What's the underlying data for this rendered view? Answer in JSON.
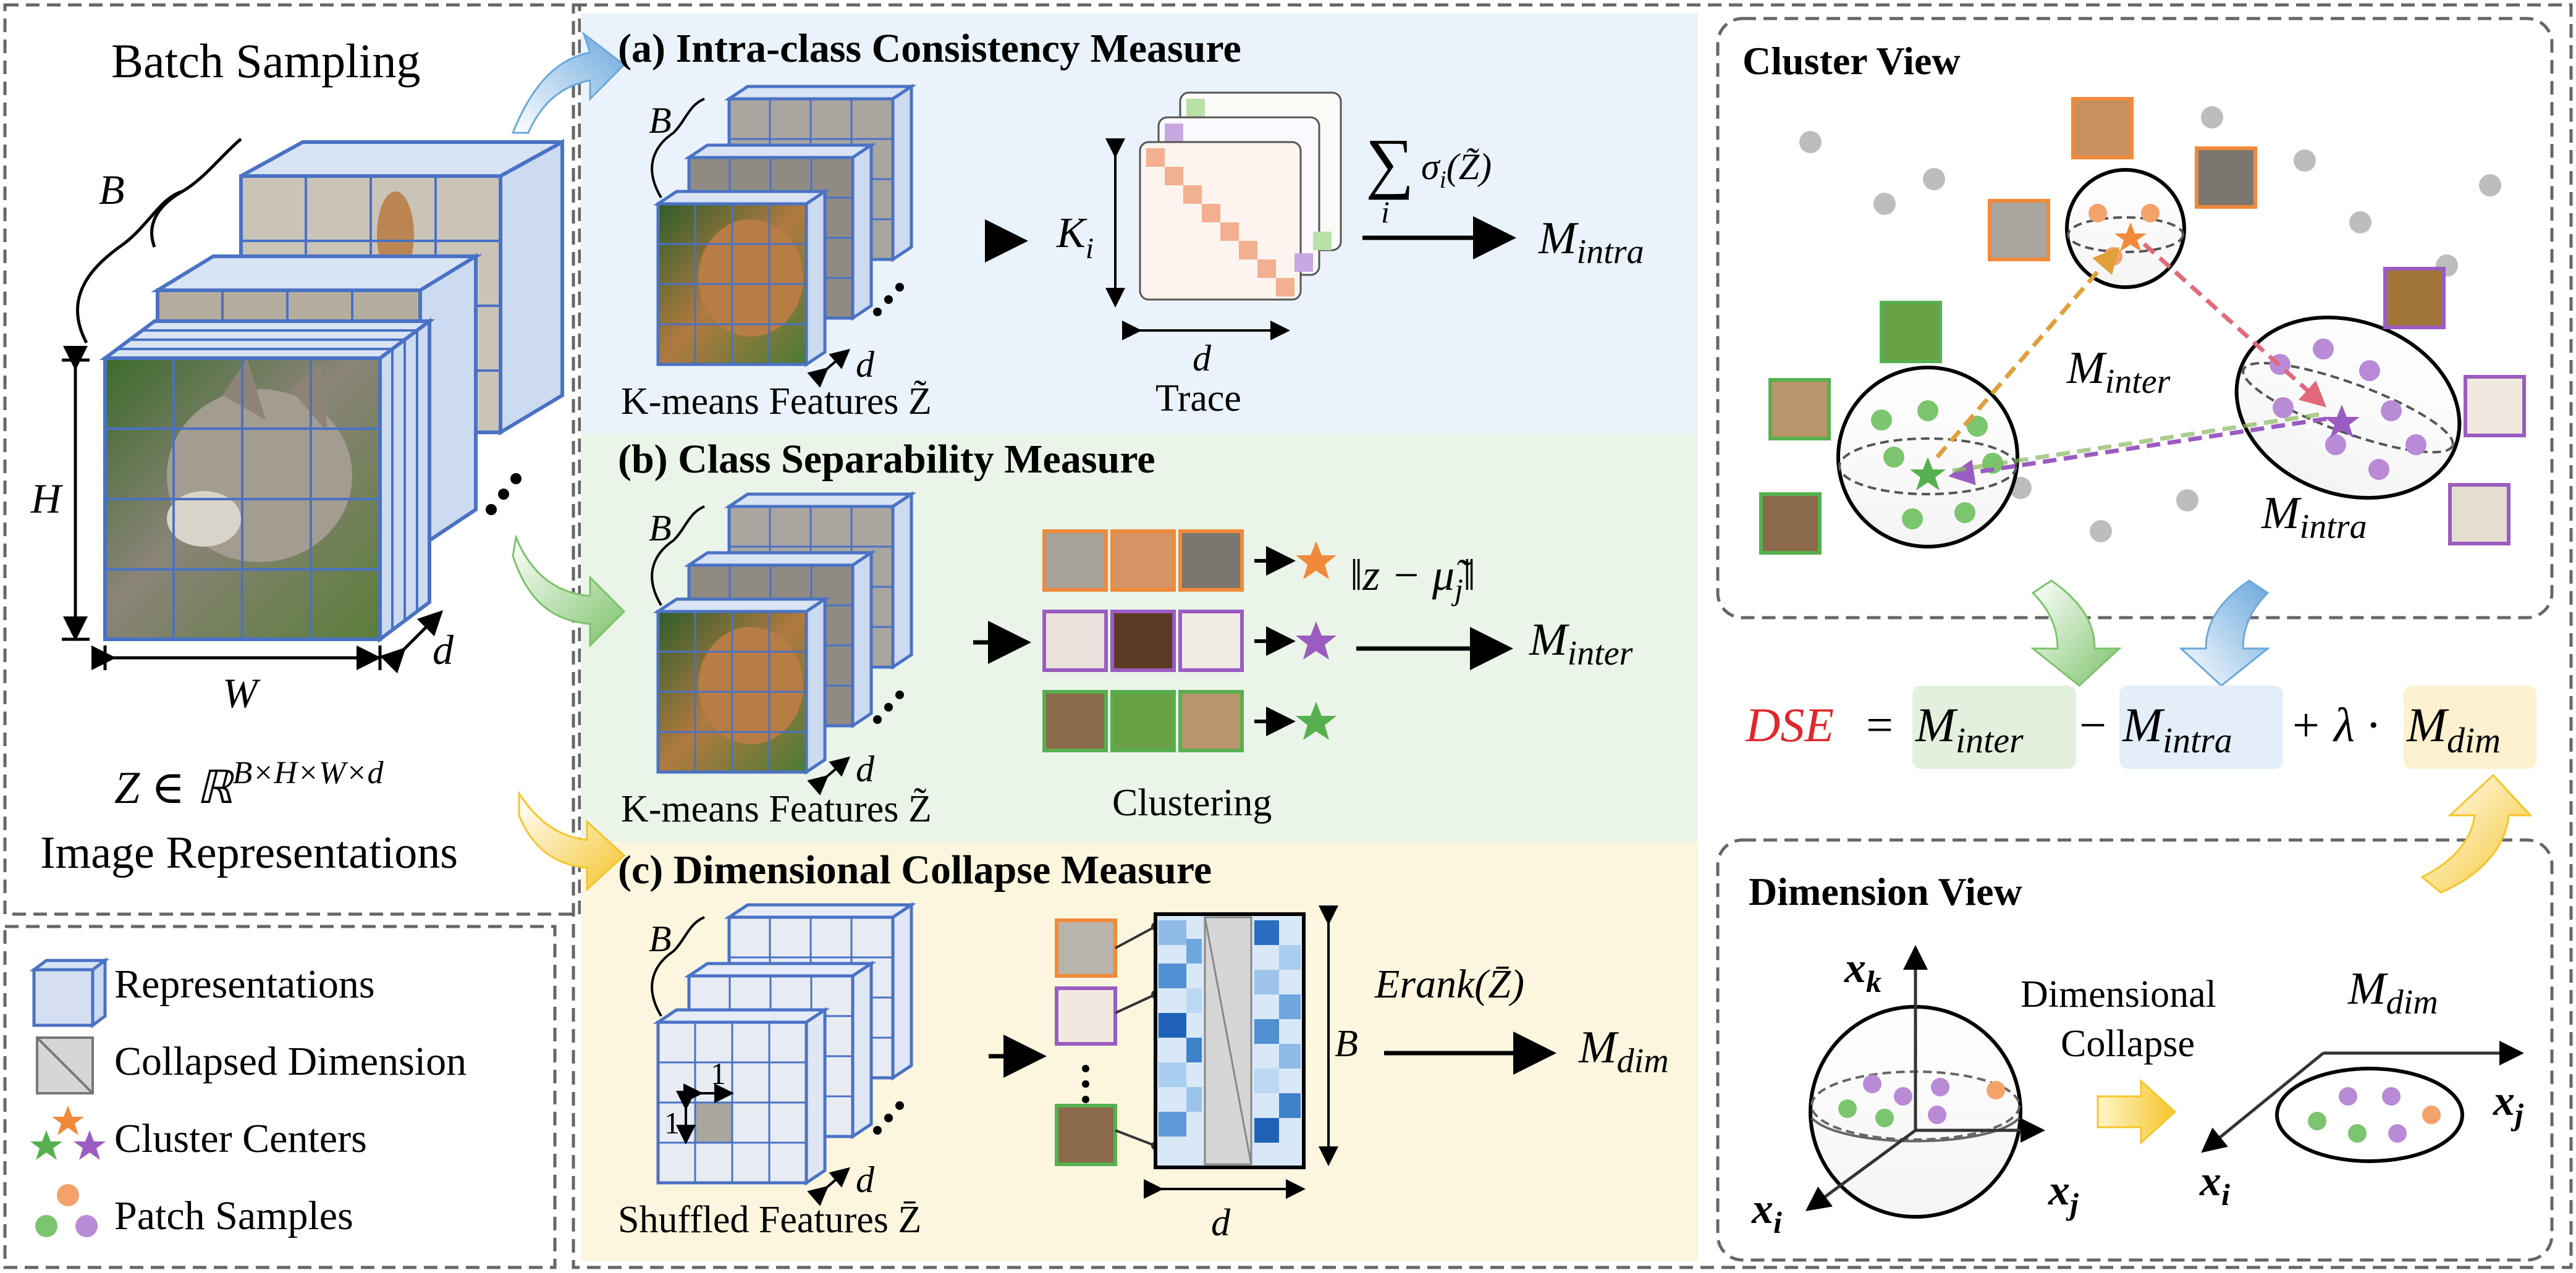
{
  "left": {
    "title": "Batch Sampling",
    "label_b": "B",
    "label_h": "H",
    "label_w": "W",
    "label_d": "d",
    "z_formula": "Z ∈ ℝ",
    "z_sup": "B×H×W×d",
    "z_caption": "Image Representations"
  },
  "panel_a": {
    "title": "(a) Intra-class Consistency Measure",
    "label_b": "B",
    "label_d": "d",
    "features_label": "K-means Features Z̃",
    "ki_label": "K",
    "ki_sub": "i",
    "matrix_d": "d",
    "trace_label": "Trace",
    "sum_formula": "∑",
    "sum_sub": "i",
    "sigma_term": "σ",
    "sigma_sub": "i",
    "sigma_arg": "(Z̃)",
    "output": "M",
    "output_sub": "intra"
  },
  "panel_b": {
    "title": "(b) Class Separability Measure",
    "label_b": "B",
    "label_d": "d",
    "features_label": "K-means Features Z̃",
    "clustering_label": "Clustering",
    "norm_formula": "‖z − μ̃",
    "norm_sub": "j",
    "norm_close": "‖",
    "output": "M",
    "output_sub": "inter"
  },
  "panel_c": {
    "title": "(c) Dimensional Collapse Measure",
    "label_b": "B",
    "label_d": "d",
    "label_1a": "1",
    "label_1b": "1",
    "features_label": "Shuffled Features Z̄",
    "matrix_b": "B",
    "matrix_d": "d",
    "erank_label": "Erank(Z̄)",
    "output": "M",
    "output_sub": "dim"
  },
  "cluster_view": {
    "title": "Cluster View",
    "m_inter": "M",
    "m_inter_sub": "inter",
    "m_intra": "M",
    "m_intra_sub": "intra"
  },
  "dse": {
    "lhs": "DSE",
    "eq": "=",
    "t1": "M",
    "t1_sub": "inter",
    "minus": "−",
    "t2": "M",
    "t2_sub": "intra",
    "plus": "+ λ ·",
    "t3": "M",
    "t3_sub": "dim"
  },
  "dimension_view": {
    "title": "Dimension View",
    "axis_k": "x",
    "axis_k_sub": "k",
    "axis_i": "x",
    "axis_i_sub": "i",
    "axis_j": "x",
    "axis_j_sub": "j",
    "caption_line1": "Dimensional",
    "caption_line2": "Collapse",
    "m_dim": "M",
    "m_dim_sub": "dim",
    "axis_j2": "x",
    "axis_j2_sub": "j",
    "axis_i2": "x",
    "axis_i2_sub": "i"
  },
  "legend": {
    "representations": "Representations",
    "collapsed": "Collapsed Dimension",
    "centers": "Cluster Centers",
    "patches": "Patch Samples"
  },
  "colors": {
    "orange": "#f08a3a",
    "purple": "#9a5cc0",
    "green": "#57b04f",
    "grid_blue": "#4a72c4",
    "panel_a_bg": "#eaf3fb",
    "panel_b_bg": "#eaf4e8",
    "panel_c_bg": "#fdf6df",
    "dse_red": "#e0262b"
  }
}
